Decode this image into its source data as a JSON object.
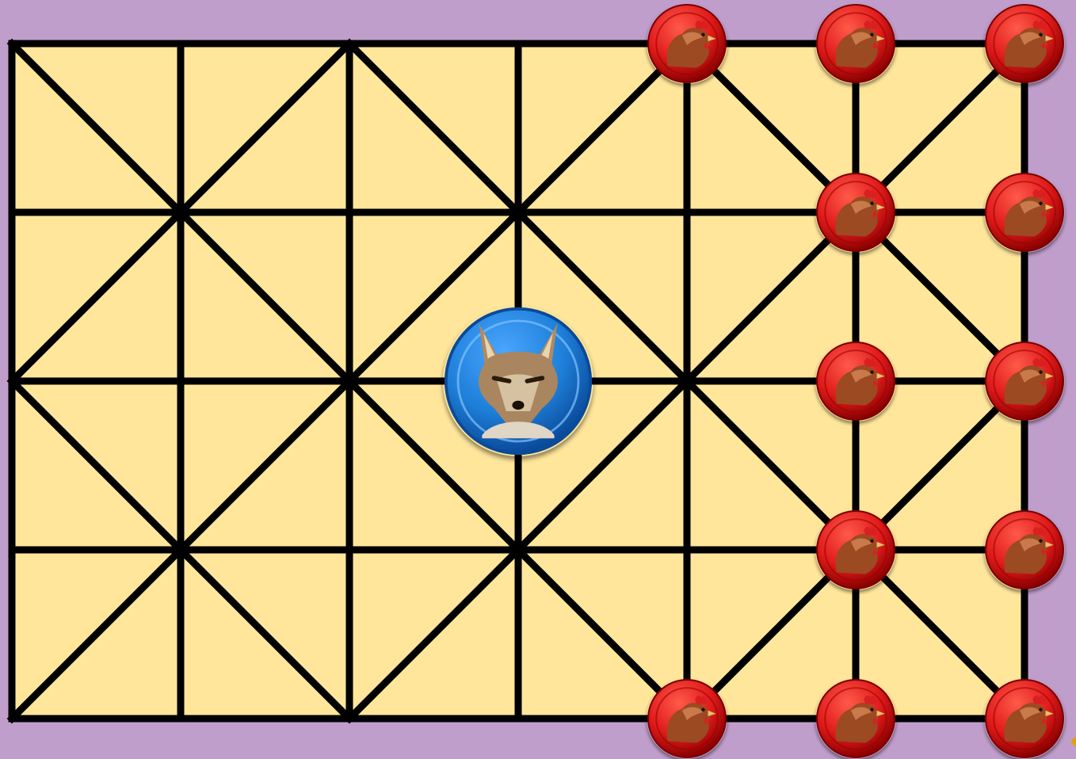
{
  "game": {
    "type": "fox-and-hens",
    "board": {
      "columns": 7,
      "rows": 5,
      "background_color": "#ffe69b",
      "line_color": "#000000",
      "page_background": "#c09ecb"
    },
    "pieces": {
      "fox": {
        "name": "fox",
        "color": "#1e7fd8",
        "icon": "fox-icon",
        "position": {
          "col": 3,
          "row": 2
        }
      },
      "hens": {
        "color": "#e01b1b",
        "icon": "hen-icon",
        "positions": [
          {
            "col": 4,
            "row": 0
          },
          {
            "col": 5,
            "row": 0
          },
          {
            "col": 6,
            "row": 0
          },
          {
            "col": 5,
            "row": 1
          },
          {
            "col": 6,
            "row": 1
          },
          {
            "col": 5,
            "row": 2
          },
          {
            "col": 6,
            "row": 2
          },
          {
            "col": 5,
            "row": 3
          },
          {
            "col": 6,
            "row": 3
          },
          {
            "col": 4,
            "row": 4
          },
          {
            "col": 5,
            "row": 4
          },
          {
            "col": 6,
            "row": 4
          }
        ]
      }
    }
  }
}
